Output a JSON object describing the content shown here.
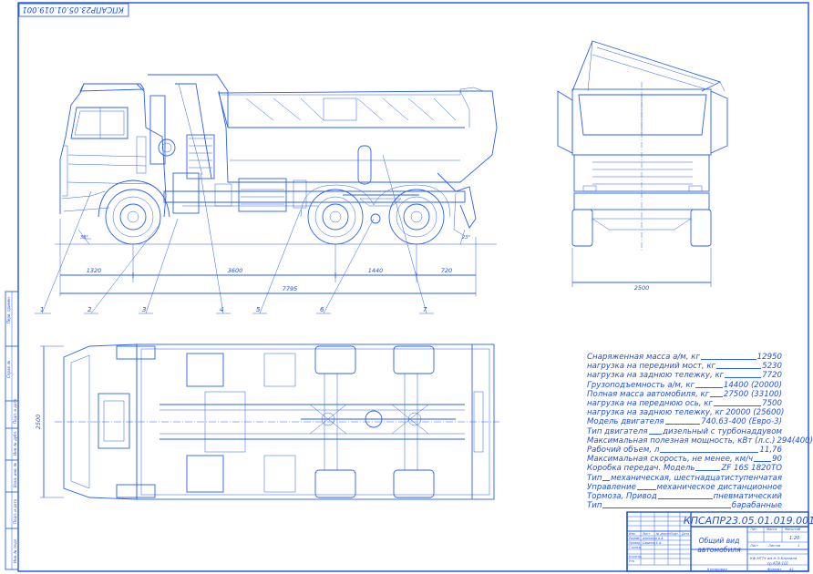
{
  "stamp_top": "КПСАПР23.05.01.019.001",
  "document_code": "КПСАПР23.05.01.019.001",
  "drawing_title_line1": "Общий вид",
  "drawing_title_line2": "автомобиля",
  "scale": "1:20",
  "organization_line1": "КФ МГТУ им.Н.Э.Баумана",
  "organization_line2": "гр.АТИ-101",
  "sheet_label": "Лист",
  "sheets_label": "Листов",
  "sheets_count": "1",
  "copied_label": "Копировал",
  "format_label": "Формат",
  "format_value": "А1",
  "title_cols": {
    "lit": "Лит.",
    "mass": "Масса",
    "scale": "Масштаб"
  },
  "title_rows": [
    "Изм.",
    "Разраб.",
    "Провер.",
    "Т.контр.",
    "Н.контр.",
    "Утв."
  ],
  "title_head": [
    "Изм.",
    "Лист",
    "№ докум.",
    "Подп.",
    "Дата"
  ],
  "title_names": [
    "Алиханов А.А.",
    "Савинов Е.А."
  ],
  "callouts": [
    "1",
    "2",
    "3",
    "4",
    "5",
    "6",
    "7"
  ],
  "dims_side": {
    "d1320": "1320",
    "d3600": "3600",
    "d1440": "1440",
    "d720": "720",
    "d7795": "7795"
  },
  "dim_front_width": "2500",
  "dim_plan_height": "2500",
  "side_stamp_labels": [
    "Перв. примен.",
    "Справ. №",
    "Подп. и дата",
    "Инв. № дубл.",
    "Взам. инв. №",
    "Подп. и дата",
    "Инв. № подл."
  ],
  "specs": [
    {
      "label": "Снаряженная масса а/м, кг",
      "value": "12950"
    },
    {
      "label": "нагрузка на передний мост, кг",
      "value": "5230"
    },
    {
      "label": "нагрузка на заднюю тележку, кг",
      "value": "7720"
    },
    {
      "label": "Грузоподъемность а/м, кг",
      "value": "14400 (20000)"
    },
    {
      "label": "Полная масса автомобиля, кг",
      "value": "27500 (33100)"
    },
    {
      "label": "нагрузка на переднюю ось, кг",
      "value": "7500"
    },
    {
      "label": "нагрузка на заднюю тележку, кг",
      "value": "20000 (25600)"
    },
    {
      "label": "Модель двигателя",
      "value": "740.63-400 (Евро-3)"
    },
    {
      "label": "Тип двигателя",
      "value": "дизельный с турбонаддувом"
    },
    {
      "label": "Максимальная полезная мощность, кВт (л.с.)",
      "value": "294(400)"
    },
    {
      "label": "Рабочий объем, л",
      "value": "11,76"
    },
    {
      "label": "Максимальная скорость, не менее, км/ч",
      "value": "90"
    },
    {
      "label": "Коробка передач. Модель",
      "value": "ZF 16S 1820TO"
    },
    {
      "label": "Тип",
      "value": "механическая, шестнадцатиступенчатая"
    },
    {
      "label": "Управление",
      "value": "механическое дистанционное"
    },
    {
      "label": "Тормоза, Привод",
      "value": "пневматический"
    },
    {
      "label": "Тип",
      "value": "барабанные"
    }
  ]
}
